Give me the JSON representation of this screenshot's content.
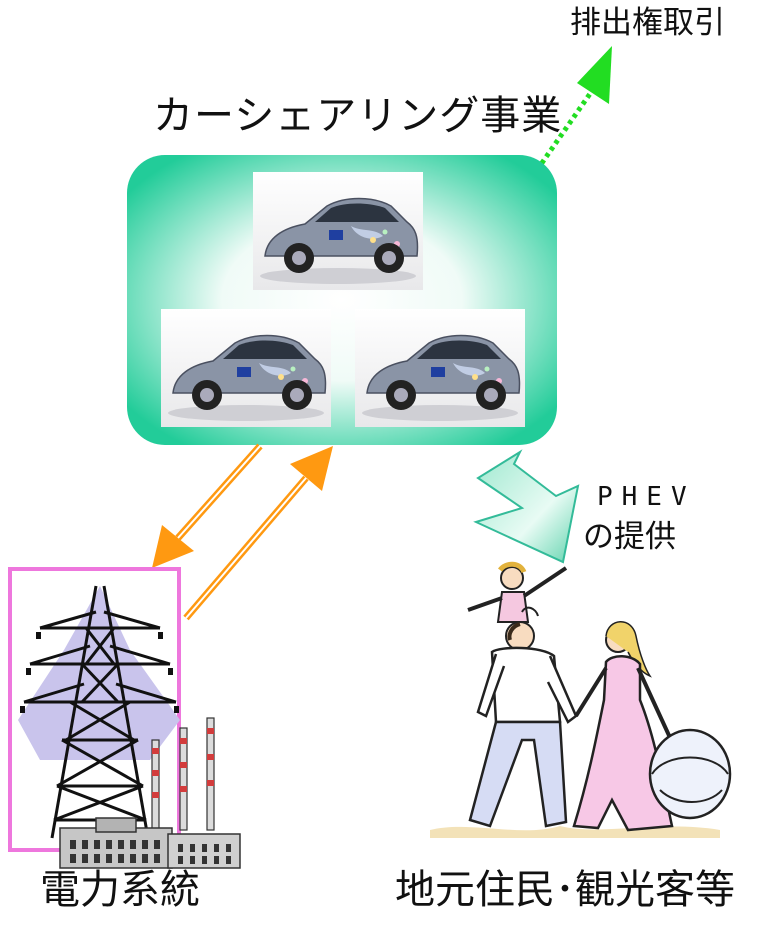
{
  "labels": {
    "carsharing": "カーシェアリング事業",
    "emissions_trading": "排出権取引",
    "phev_line1": "PHEV",
    "phev_line2": "の提供",
    "power_grid": "電力系統",
    "residents_tourists": "地元住民･観光客等"
  },
  "colors": {
    "box_green": "#22cc99",
    "dotted_arrow": "#22dd22",
    "orange_arrow": "#ff9911",
    "teal_arrow": "#33bb99",
    "grid_frame": "#ee77dd",
    "car_body": "#8a94a6"
  },
  "icons": {
    "cars": "prius-phev-car-photo",
    "tower": "transmission-tower-icon",
    "plant": "power-plant-icon",
    "family": "family-clipart"
  }
}
